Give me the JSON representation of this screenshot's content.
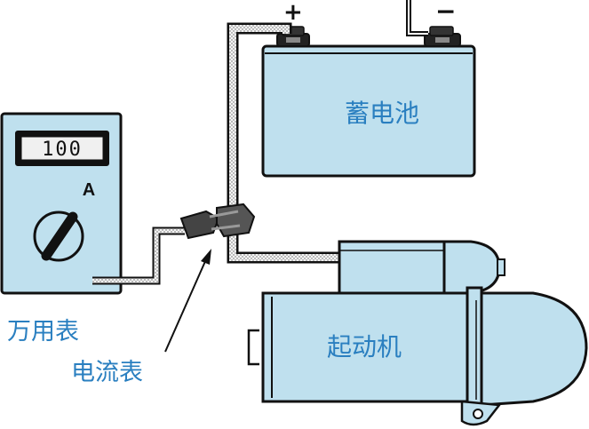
{
  "colors": {
    "body_fill": "#bfe0ee",
    "outline": "#111111",
    "label": "#2a7fc0",
    "cable_fill": "#f4f4f4"
  },
  "battery": {
    "label": "蓄电池",
    "positive_sign": "+",
    "negative_sign": "−"
  },
  "multimeter": {
    "display_value": "100",
    "unit": "A",
    "label": "万用表"
  },
  "clamp_meter": {
    "label": "电流表"
  },
  "starter_motor": {
    "label": "起动机"
  }
}
